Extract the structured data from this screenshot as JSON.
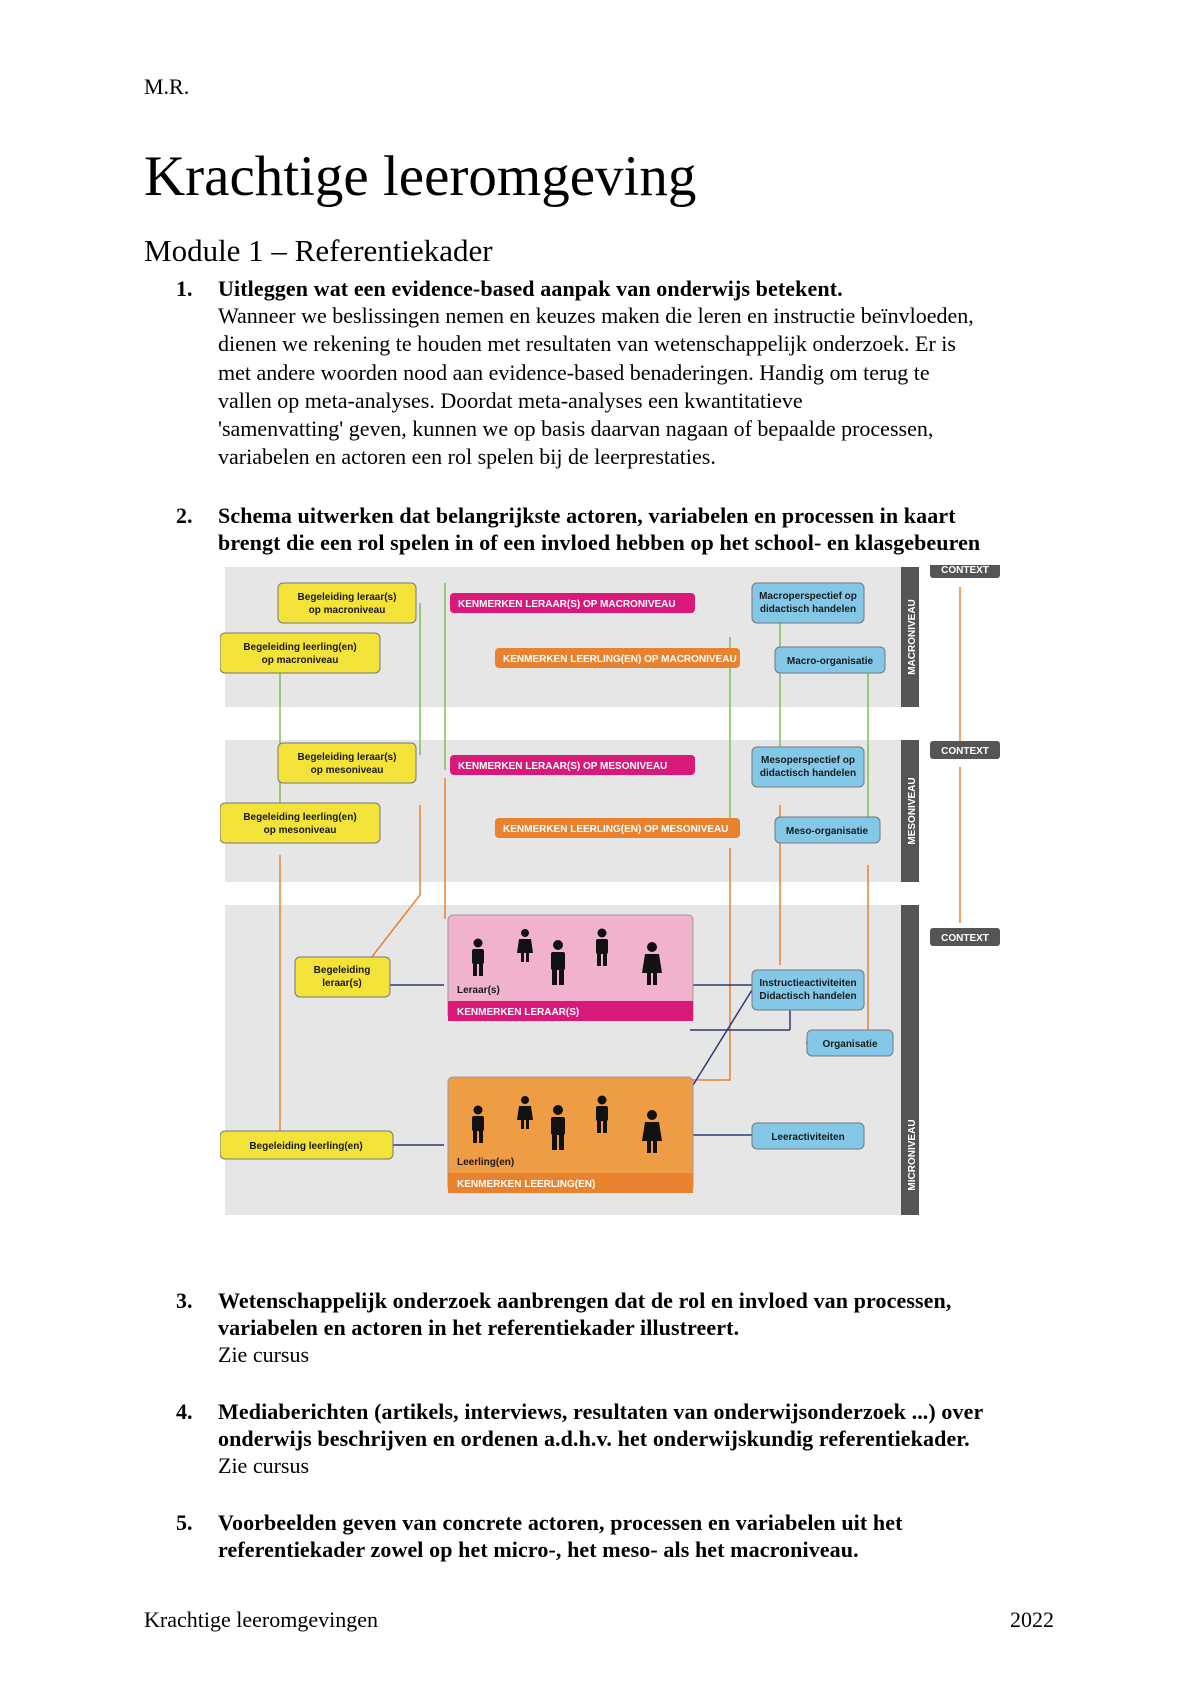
{
  "header": {
    "author": "M.R."
  },
  "title": "Krachtige leeromgeving",
  "module": "Module 1 – Referentiekader",
  "sections": [
    {
      "number": "1.",
      "heading": "Uitleggen wat een evidence-based aanpak van onderwijs betekent.",
      "lines": [
        "Wanneer we beslissingen nemen en keuzes maken die leren en instructie beïnvloeden,",
        "dienen we rekening te houden met resultaten van  wetenschappelijk onderzoek. Er is",
        "met andere woorden nood aan evidence-based benaderingen. Handig om terug te",
        "vallen op meta-analyses. Doordat meta-analyses een kwantitatieve",
        "'samenvatting' geven, kunnen we op basis daarvan nagaan of bepaalde processen,",
        "variabelen en actoren een rol spelen bij de leerprestaties."
      ]
    },
    {
      "number": "2.",
      "heading_lines": [
        "Schema uitwerken dat belangrijkste actoren, variabelen en processen in kaart",
        "brengt die een rol spelen in of een invloed hebben op het school- en klasgebeuren"
      ]
    },
    {
      "number": "3.",
      "heading_lines": [
        "Wetenschappelijk onderzoek aanbrengen dat de rol en invloed van processen,",
        "variabelen en actoren in het referentiekader illustreert."
      ],
      "text": "Zie cursus"
    },
    {
      "number": "4.",
      "heading_lines": [
        "Mediaberichten (artikels, interviews, resultaten van onderwijsonderzoek ...) over",
        "onderwijs beschrijven en ordenen a.d.h.v. het onderwijskundig referentiekader."
      ],
      "text": "Zie cursus"
    },
    {
      "number": "5.",
      "heading_lines": [
        "Voorbeelden geven van concrete actoren, processen en variabelen uit het",
        "referentiekader zowel op het micro-, het meso- als het macroniveau."
      ]
    }
  ],
  "diagram": {
    "colors": {
      "yellow": "#f2e23a",
      "magenta": "#d8197a",
      "orange": "#e8822e",
      "blue": "#84c8e8",
      "dark": "#555555",
      "panel": "#e6e6e6",
      "pink": "#f0b2cd",
      "green": "#7bbf5c",
      "navy": "#2b3a7a"
    },
    "levels": {
      "macro": "MACRONIVEAU",
      "meso": "MESONIVEAU",
      "micro": "MICRONIVEAU"
    },
    "context": "CONTEXT",
    "macro": {
      "begeleiding_leraar": [
        "Begeleiding leraar(s)",
        "op macroniveau"
      ],
      "begeleiding_leerling": [
        "Begeleiding leerling(en)",
        "op macroniveau"
      ],
      "kenmerken_leraar": "KENMERKEN LERAAR(S) OP MACRONIVEAU",
      "kenmerken_leerling": "KENMERKEN LEERLING(EN) OP MACRONIVEAU",
      "perspectief": [
        "Macroperspectief op",
        "didactisch handelen"
      ],
      "organisatie": "Macro-organisatie"
    },
    "meso": {
      "begeleiding_leraar": [
        "Begeleiding leraar(s)",
        "op mesoniveau"
      ],
      "begeleiding_leerling": [
        "Begeleiding leerling(en)",
        "op mesoniveau"
      ],
      "kenmerken_leraar": "KENMERKEN LERAAR(S) OP MESONIVEAU",
      "kenmerken_leerling": "KENMERKEN LEERLING(EN) OP MESONIVEAU",
      "perspectief": [
        "Mesoperspectief op",
        "didactisch handelen"
      ],
      "organisatie": "Meso-organisatie"
    },
    "micro": {
      "begeleiding_leraar": [
        "Begeleiding",
        "leraar(s)"
      ],
      "begeleiding_leerling": "Begeleiding leerling(en)",
      "leraar_label": "Leraar(s)",
      "kenmerken_leraar": "KENMERKEN LERAAR(S)",
      "leerling_label": "Leerling(en)",
      "kenmerken_leerling": "KENMERKEN LEERLING(EN)",
      "instructie": [
        "Instructieactiviteiten",
        "Didactisch handelen"
      ],
      "organisatie": "Organisatie",
      "leeractiviteiten": "Leeractiviteiten"
    }
  },
  "footer": {
    "left": "Krachtige leeromgevingen",
    "right": "2022"
  }
}
